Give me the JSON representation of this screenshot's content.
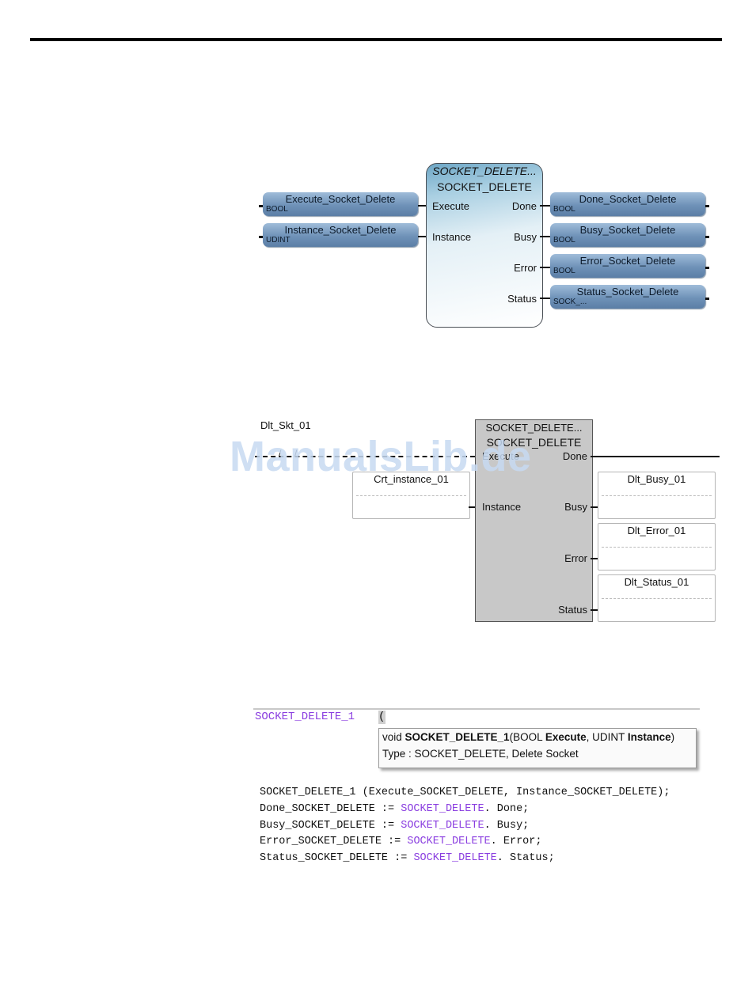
{
  "fbd": {
    "block_instance": "SOCKET_DELETE...",
    "block_type": "SOCKET_DELETE",
    "inputs": [
      {
        "pin": "Execute",
        "variable": "Execute_Socket_Delete",
        "type": "BOOL"
      },
      {
        "pin": "Instance",
        "variable": "Instance_Socket_Delete",
        "type": "UDINT"
      }
    ],
    "outputs": [
      {
        "pin": "Done",
        "variable": "Done_Socket_Delete",
        "type": "BOOL"
      },
      {
        "pin": "Busy",
        "variable": "Busy_Socket_Delete",
        "type": "BOOL"
      },
      {
        "pin": "Error",
        "variable": "Error_Socket_Delete",
        "type": "BOOL"
      },
      {
        "pin": "Status",
        "variable": "Status_Socket_Delete",
        "type": "SOCK_..."
      }
    ]
  },
  "ld": {
    "rung_variable": "Dlt_Skt_01",
    "block_instance": "SOCKET_DELETE...",
    "block_type": "SOCKET_DELETE",
    "input_pin_execute": "Execute",
    "input_pin_instance": "Instance",
    "instance_variable": "Crt_instance_01",
    "outputs": [
      {
        "pin": "Done"
      },
      {
        "pin": "Busy",
        "variable": "Dlt_Busy_01"
      },
      {
        "pin": "Error",
        "variable": "Dlt_Error_01"
      },
      {
        "pin": "Status",
        "variable": "Dlt_Status_01"
      }
    ]
  },
  "watermark": "ManualsLib.de",
  "st": {
    "editor_text": "SOCKET_DELETE_1",
    "editor_cursor_char": "(",
    "tooltip_line1": {
      "prefix": "void ",
      "func": "SOCKET_DELETE_1",
      "open": "(BOOL ",
      "param1": "Execute",
      "mid": ", UDINT ",
      "param2": "Instance",
      "close": ")"
    },
    "tooltip_line2": "Type : SOCKET_DELETE, Delete Socket",
    "code_lines": [
      {
        "a": "SOCKET_DELETE_1 (Execute_SOCKET_DELETE, Instance_SOCKET_DELETE);",
        "kw": "",
        "b": ""
      },
      {
        "a": "Done_SOCKET_DELETE := ",
        "kw": "SOCKET_DELETE",
        "b": ". Done;"
      },
      {
        "a": "Busy_SOCKET_DELETE := ",
        "kw": "SOCKET_DELETE",
        "b": ". Busy;"
      },
      {
        "a": "Error_SOCKET_DELETE := ",
        "kw": "SOCKET_DELETE",
        "b": ". Error;"
      },
      {
        "a": "Status_SOCKET_DELETE := ",
        "kw": "SOCKET_DELETE",
        "b": ". Status;"
      }
    ]
  }
}
